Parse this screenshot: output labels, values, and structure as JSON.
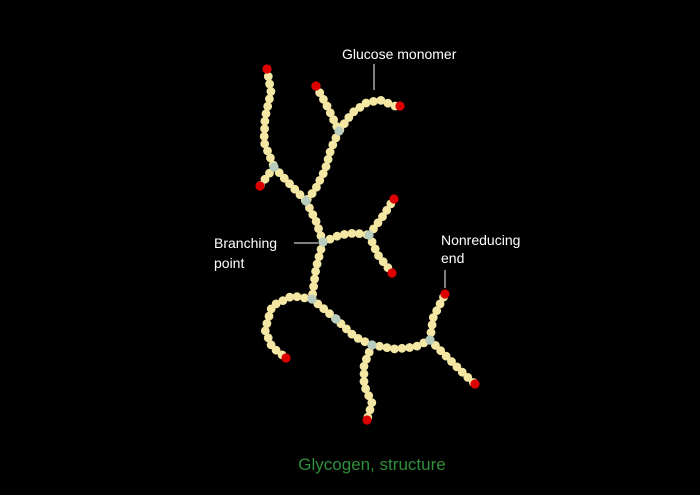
{
  "labels": {
    "glucose_monomer": "Glucose monomer",
    "branching_point": [
      "Branching",
      "point"
    ],
    "nonreducing_end": [
      "Nonreducing",
      "end"
    ]
  },
  "caption": "Glycogen, structure",
  "colors": {
    "background": "#000000",
    "monomer": "#f4e7a4",
    "branch_point": "#b9cdbf",
    "nonreducing_end": "#dd0000",
    "text": "#ffffff",
    "caption": "#2f8f3a"
  }
}
